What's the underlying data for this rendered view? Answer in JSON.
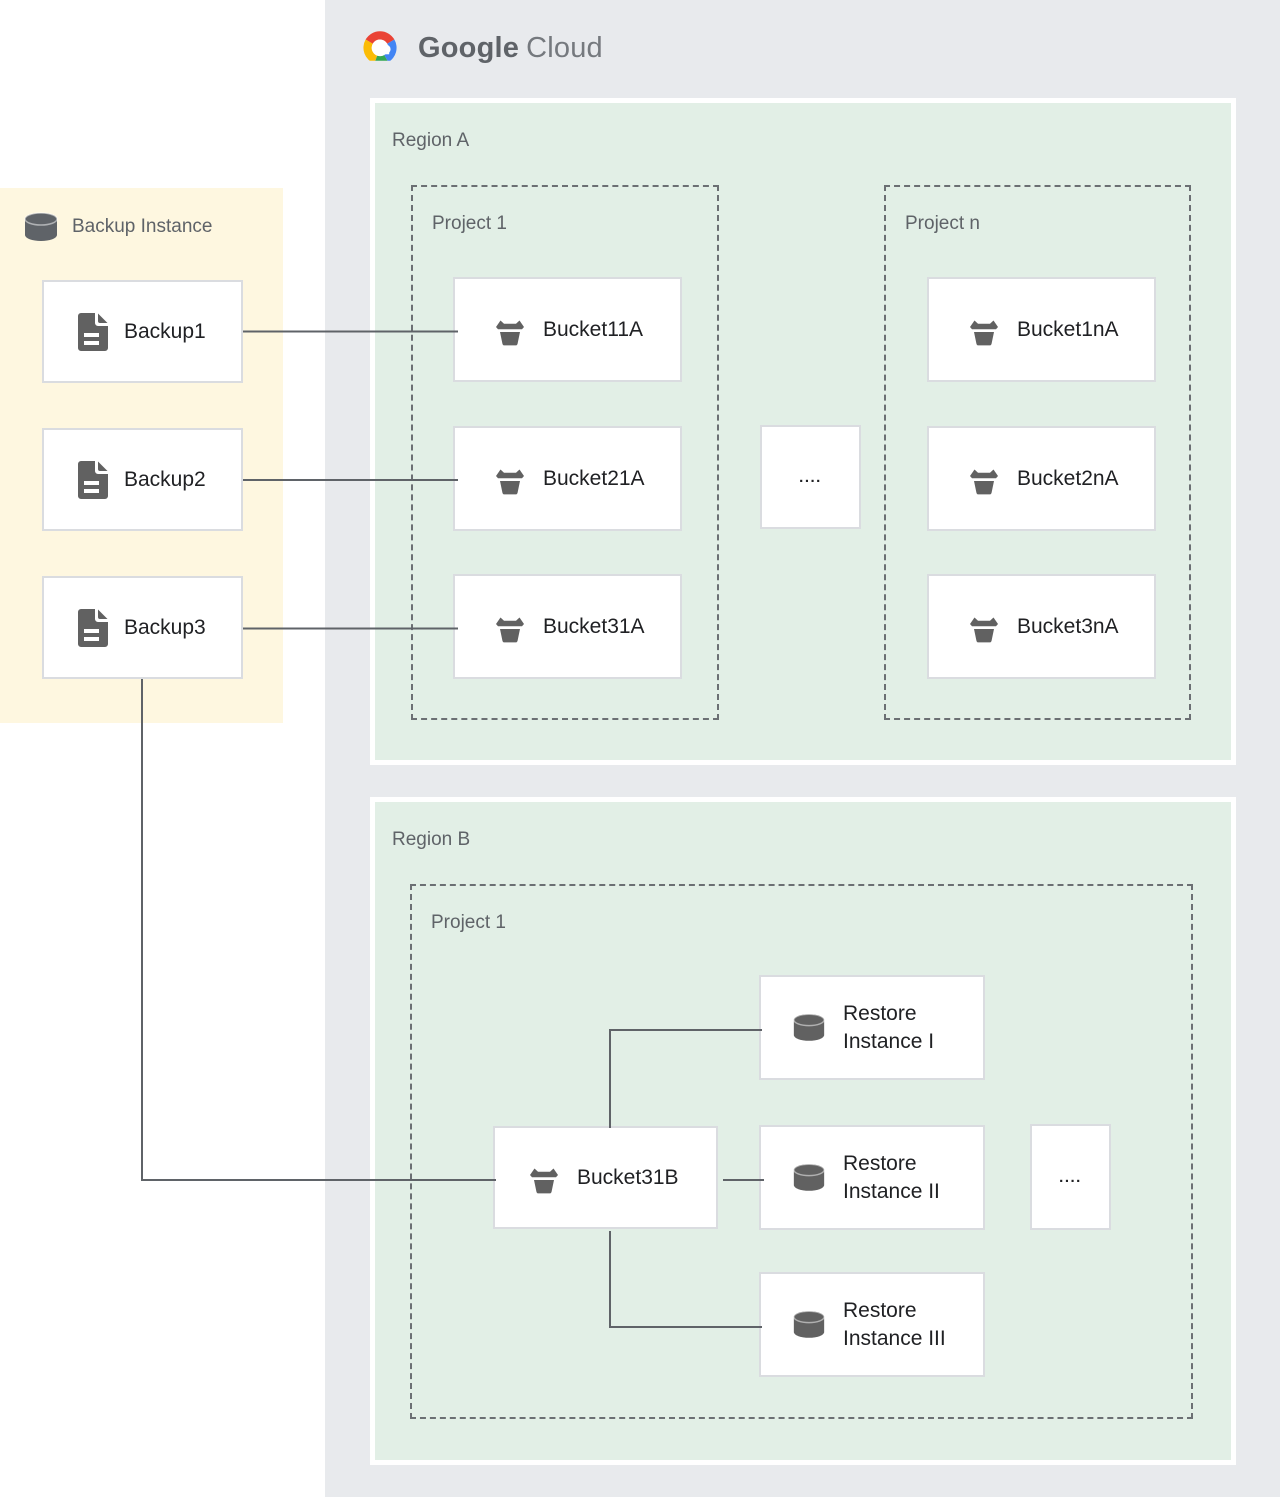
{
  "logo": {
    "brand": "Google",
    "product": "Cloud"
  },
  "backup_panel": {
    "label": "Backup Instance",
    "items": [
      {
        "label": "Backup1"
      },
      {
        "label": "Backup2"
      },
      {
        "label": "Backup3"
      }
    ]
  },
  "regions": [
    {
      "label": "Region A",
      "ellipsis": "....",
      "projects": [
        {
          "label": "Project 1",
          "buckets": [
            "Bucket11A",
            "Bucket21A",
            "Bucket31A"
          ]
        },
        {
          "label": "Project n",
          "buckets": [
            "Bucket1nA",
            "Bucket2nA",
            "Bucket3nA"
          ]
        }
      ]
    },
    {
      "label": "Region B",
      "ellipsis": "....",
      "projects": [
        {
          "label": "Project 1",
          "bucket": "Bucket31B",
          "restore_instances": [
            {
              "line1": "Restore",
              "line2": "Instance I"
            },
            {
              "line1": "Restore",
              "line2": "Instance II"
            },
            {
              "line1": "Restore",
              "line2": "Instance III"
            }
          ]
        }
      ]
    }
  ],
  "colors": {
    "container_gray": "#e8eaed",
    "region_green": "#e2efe6",
    "panel_cream": "#fef7e0",
    "node_border": "#dadce0",
    "icon_gray": "#616161",
    "label_gray": "#5f6368",
    "text_dark": "#202124",
    "connector": "#5f6368",
    "logo_blue": "#4285f4",
    "logo_red": "#ea4335",
    "logo_yellow": "#fbbc05",
    "logo_green": "#34a853"
  }
}
